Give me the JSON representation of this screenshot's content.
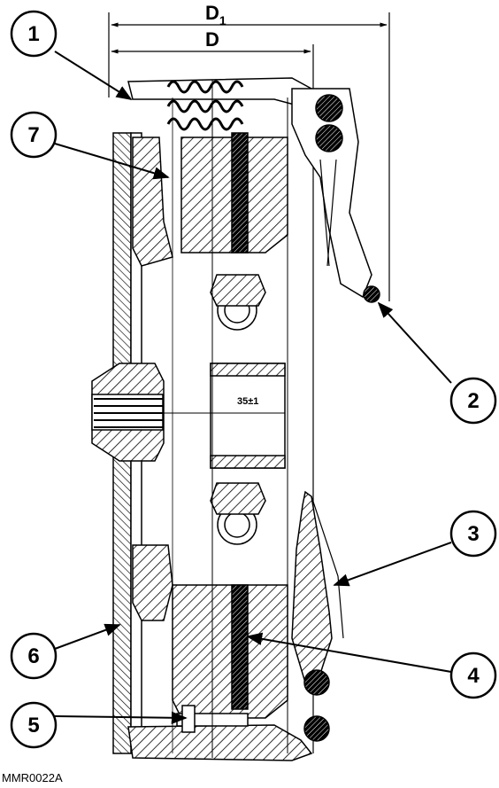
{
  "dimensions": {
    "d1_main": "D",
    "d1_sub": "1",
    "d": "D"
  },
  "callouts": {
    "c1": "1",
    "c2": "2",
    "c3": "3",
    "c4": "4",
    "c5": "5",
    "c6": "6",
    "c7": "7"
  },
  "inner_labels": {
    "shaft_dimension": "35±1"
  },
  "reference": "MMR0022A"
}
